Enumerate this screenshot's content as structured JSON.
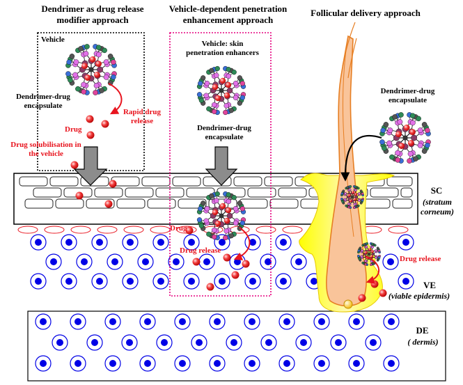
{
  "headers": {
    "approach1": "Dendrimer as drug release modifier approach",
    "approach2": "Vehicle-dependent penetration enhancement approach",
    "approach3": "Follicular delivery approach"
  },
  "labels": {
    "vehicle1": "Vehicle",
    "vehicle2": "Vehicle: skin penetration enhancers",
    "dendrimer_drug_encapsulate": "Dendrimer-drug encapsulate",
    "rapid_release": "Rapid drug release",
    "drug": "Drug",
    "solubilisation": "Drug solubilisation in the vehicle",
    "drug_release": "Drug release"
  },
  "layers": {
    "sc": {
      "abbr": "SC",
      "name": "(stratum corneum)"
    },
    "ve": {
      "abbr": "VE",
      "name": "(viable epidermis)"
    },
    "de": {
      "abbr": "DE",
      "name": "( dermis)"
    }
  },
  "colors": {
    "drug_red": "#e8141e",
    "cell_blue": "#0000e6",
    "vehicle_box_pink": "#e6007e",
    "hair": "#f7a35c",
    "follicle_yellow": "#ffff00",
    "arrow_gray": "#8c8c8c"
  }
}
